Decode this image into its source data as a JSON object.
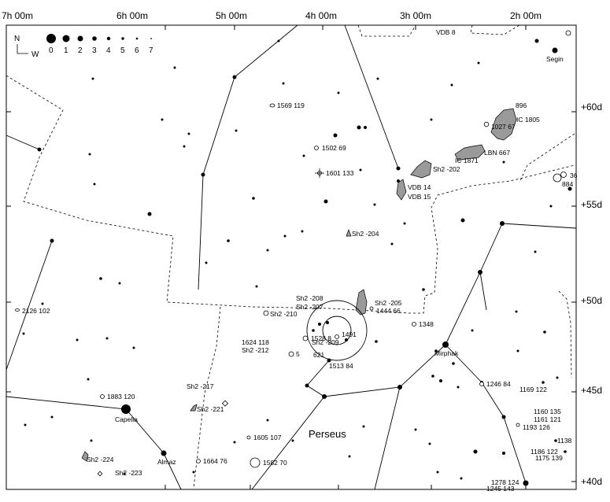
{
  "map": {
    "ra_labels": [
      "7h 00m",
      "6h 00m",
      "5h 00m",
      "4h 00m",
      "3h 00m",
      "2h 00m"
    ],
    "dec_labels": [
      "+60d",
      "+55d",
      "+50d",
      "+45d",
      "+40d"
    ],
    "constellation_name": "Perseus",
    "stars_named": [
      "Segin",
      "Capella",
      "Almaz",
      "Mirphak"
    ],
    "compass": {
      "north": "N",
      "west": "W"
    },
    "magnitude_legend": [
      "0",
      "1",
      "2",
      "3",
      "4",
      "5",
      "6",
      "7"
    ],
    "objects": [
      "VDB 8",
      "896",
      "IC 1805",
      "1027 67",
      "LBN 667",
      "IC 1871",
      "1569 119",
      "1502 69",
      "Sh2 -202",
      "1601 133",
      "VDB 14",
      "VDB 15",
      "36",
      "884",
      "Sh2 -204",
      "Sh2 -208",
      "Sh2 -207",
      "Sh2 -205",
      "1444 66",
      "Sh2 -210",
      "1348",
      "1491",
      "1624 118",
      "Sh2 -212",
      "1528 8",
      "Sh2 -209",
      "5",
      "621",
      "1513 84",
      "2126 102",
      "1246 84",
      "1169 122",
      "Sh2 -217",
      "1883 120",
      "Sh2 -221",
      "1160 135",
      "1161 121",
      "1193 126",
      "1605 107",
      "1138",
      "1186 122",
      "1175 139",
      "Sh2 -224",
      "1664 76",
      "1582 70",
      "Sh2 -223",
      "1278 124",
      "1245 143"
    ]
  }
}
